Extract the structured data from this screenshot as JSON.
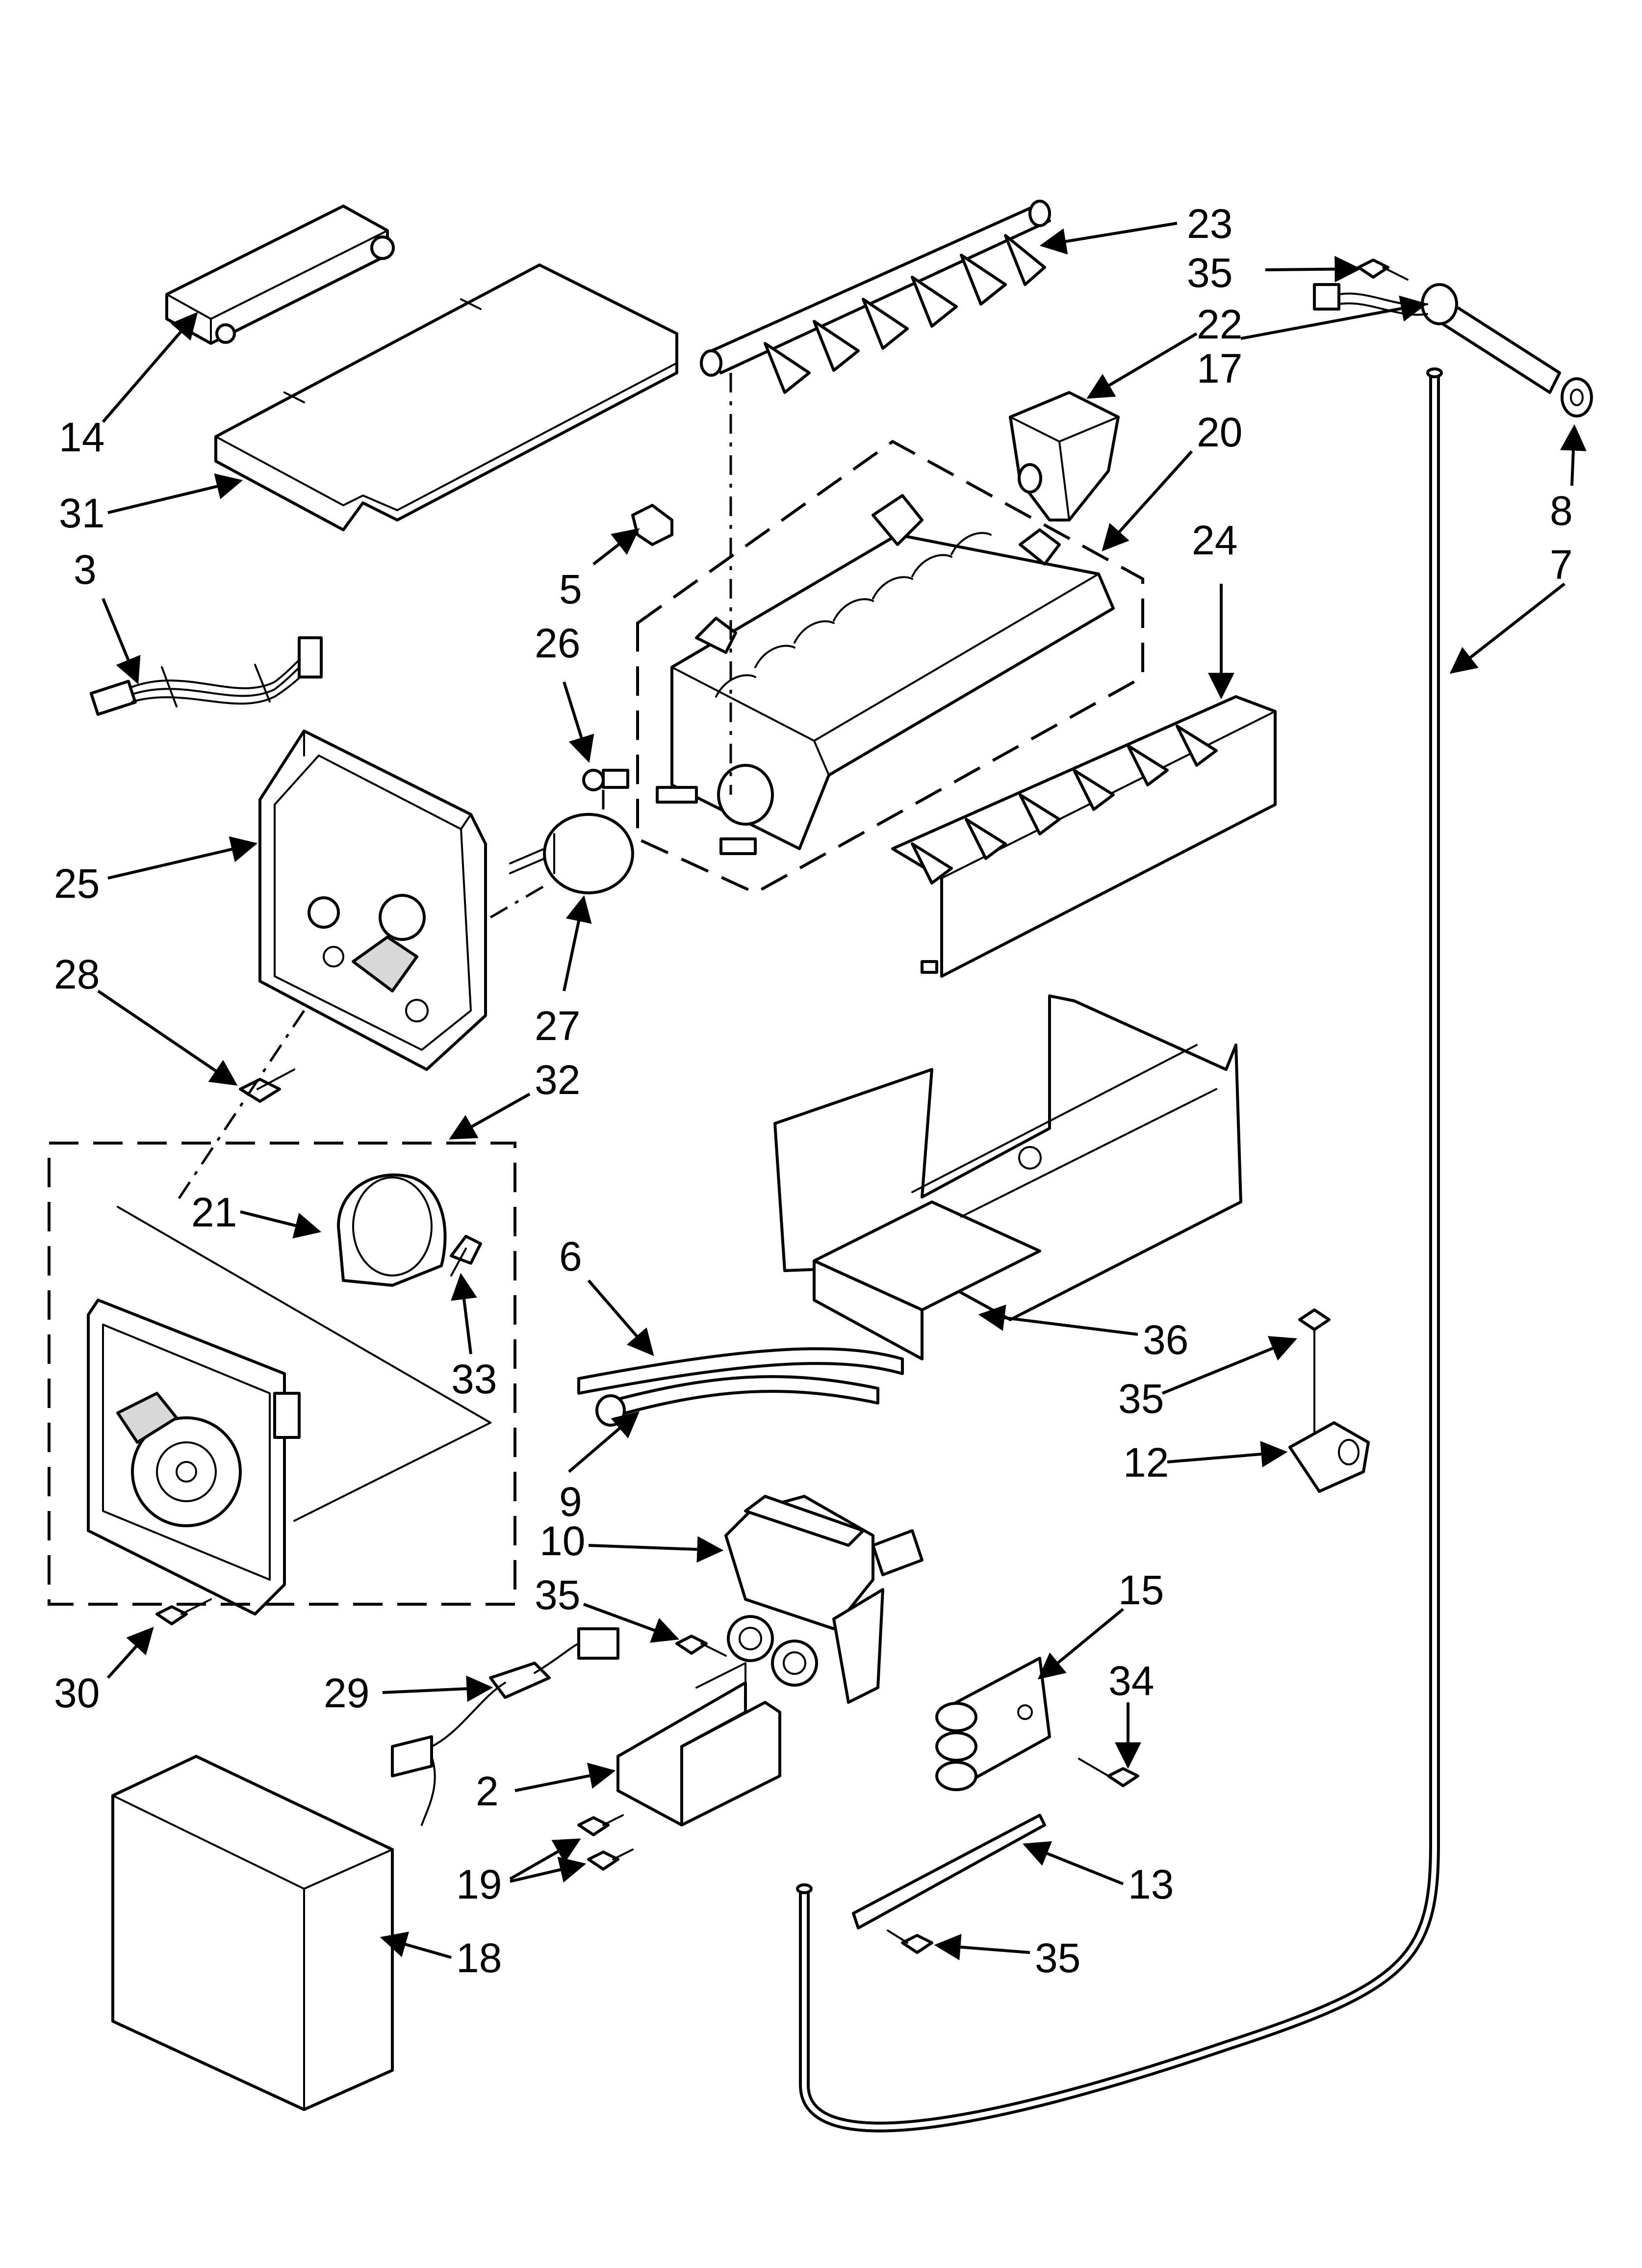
{
  "diagram": {
    "callouts": [
      {
        "id": "c-23",
        "label": "23"
      },
      {
        "id": "c-35a",
        "label": "35"
      },
      {
        "id": "c-22",
        "label": "22"
      },
      {
        "id": "c-17",
        "label": "17"
      },
      {
        "id": "c-20",
        "label": "20"
      },
      {
        "id": "c-8",
        "label": "8"
      },
      {
        "id": "c-7",
        "label": "7"
      },
      {
        "id": "c-24",
        "label": "24"
      },
      {
        "id": "c-14",
        "label": "14"
      },
      {
        "id": "c-31",
        "label": "31"
      },
      {
        "id": "c-3",
        "label": "3"
      },
      {
        "id": "c-5",
        "label": "5"
      },
      {
        "id": "c-26",
        "label": "26"
      },
      {
        "id": "c-25",
        "label": "25"
      },
      {
        "id": "c-28",
        "label": "28"
      },
      {
        "id": "c-27",
        "label": "27"
      },
      {
        "id": "c-32",
        "label": "32"
      },
      {
        "id": "c-21",
        "label": "21"
      },
      {
        "id": "c-33",
        "label": "33"
      },
      {
        "id": "c-6",
        "label": "6"
      },
      {
        "id": "c-36",
        "label": "36"
      },
      {
        "id": "c-35b",
        "label": "35"
      },
      {
        "id": "c-12",
        "label": "12"
      },
      {
        "id": "c-9",
        "label": "9"
      },
      {
        "id": "c-10",
        "label": "10"
      },
      {
        "id": "c-35c",
        "label": "35"
      },
      {
        "id": "c-15",
        "label": "15"
      },
      {
        "id": "c-34",
        "label": "34"
      },
      {
        "id": "c-30",
        "label": "30"
      },
      {
        "id": "c-29",
        "label": "29"
      },
      {
        "id": "c-2",
        "label": "2"
      },
      {
        "id": "c-19",
        "label": "19"
      },
      {
        "id": "c-13",
        "label": "13"
      },
      {
        "id": "c-18",
        "label": "18"
      },
      {
        "id": "c-35d",
        "label": "35"
      }
    ]
  }
}
